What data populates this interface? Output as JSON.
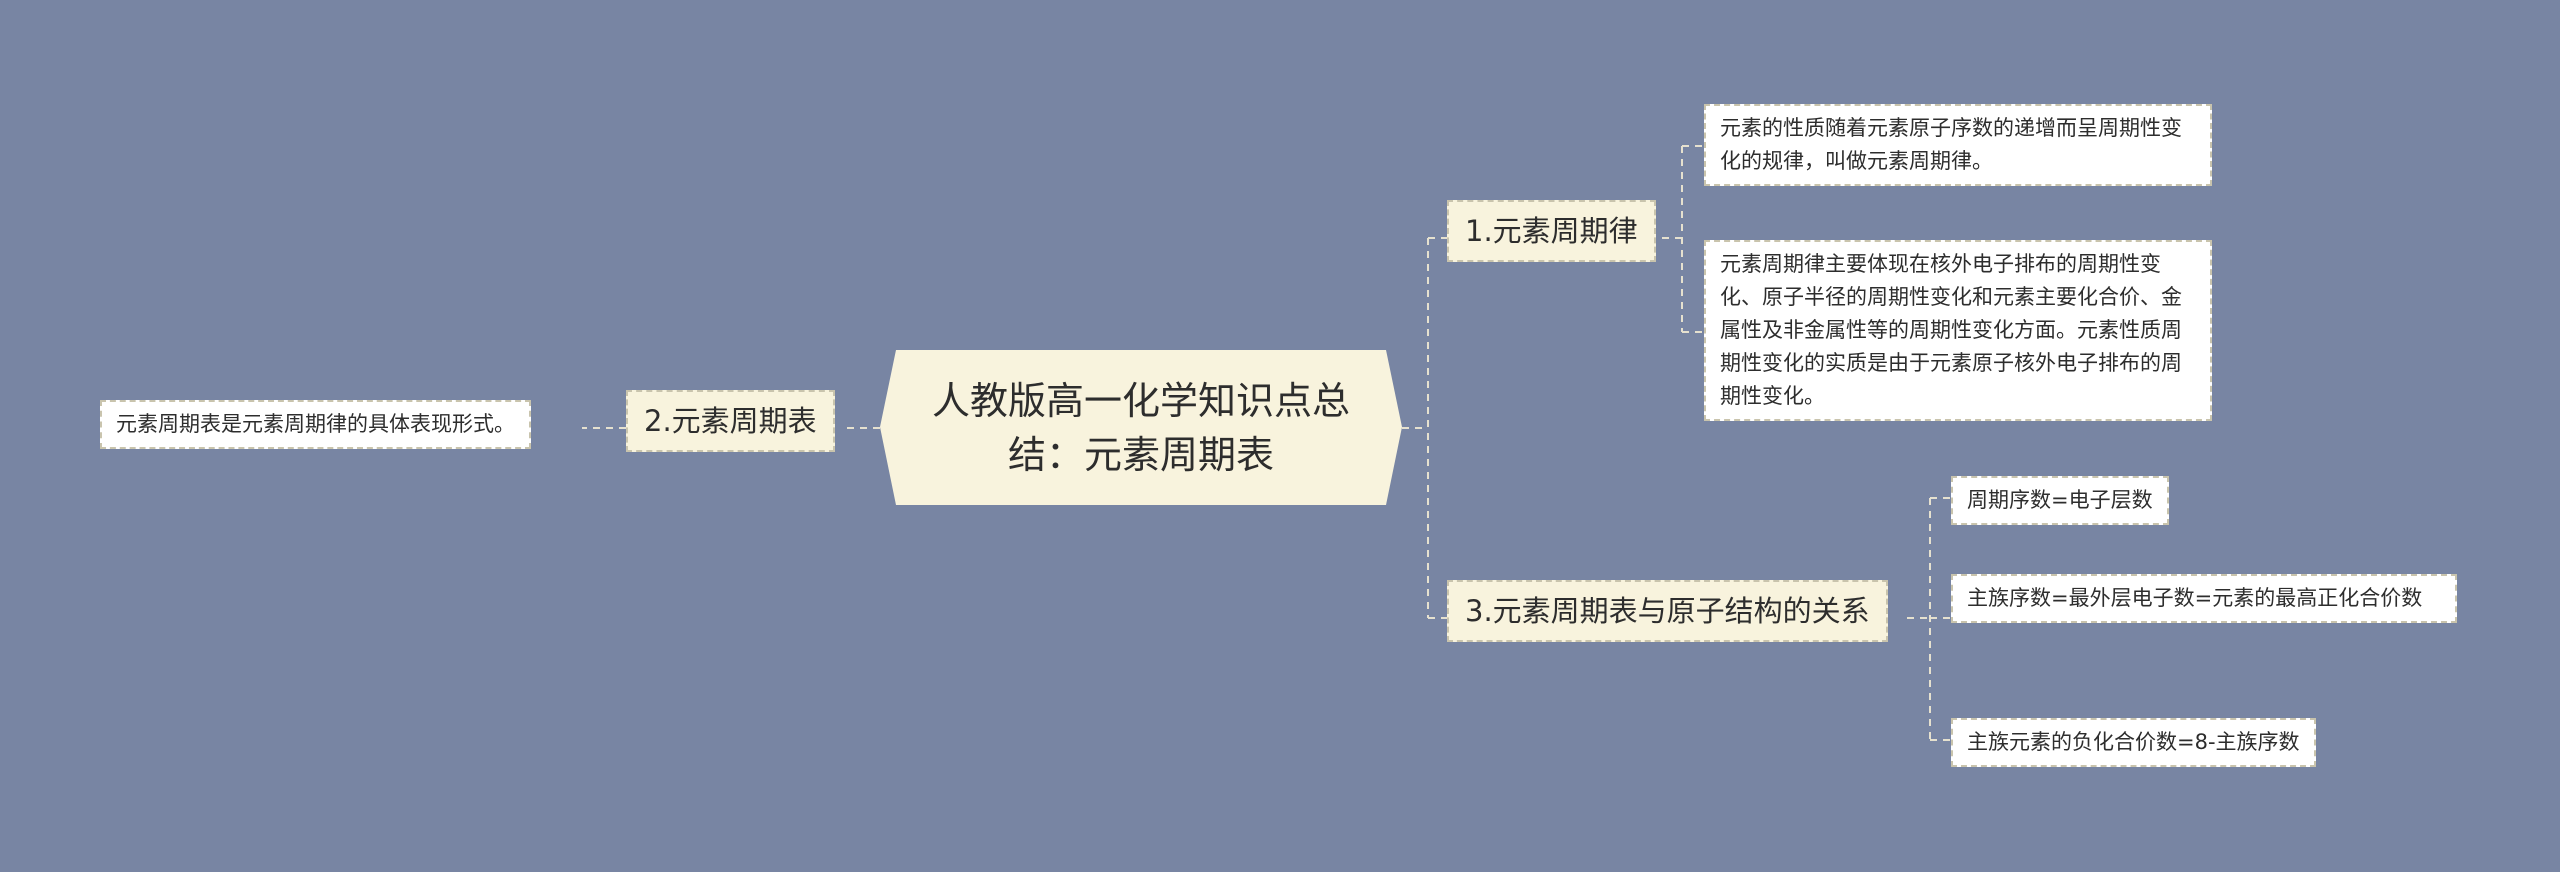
{
  "mindmap": {
    "root": "人教版高一化学知识点总结：元素周期表",
    "branches": {
      "b1": {
        "label": "1.元素周期律",
        "leaves": [
          "元素的性质随着元素原子序数的递增而呈周期性变化的规律，叫做元素周期律。",
          "元素周期律主要体现在核外电子排布的周期性变化、原子半径的周期性变化和元素主要化合价、金属性及非金属性等的周期性变化方面。元素性质周期性变化的实质是由于元素原子核外电子排布的周期性变化。"
        ]
      },
      "b2": {
        "label": "2.元素周期表",
        "leaves": [
          "元素周期表是元素周期律的具体表现形式。"
        ]
      },
      "b3": {
        "label": "3.元素周期表与原子结构的关系",
        "leaves": [
          "周期序数=电子层数",
          "主族序数=最外层电子数=元素的最高正化合价数",
          "主族元素的负化合价数=8-主族序数"
        ]
      }
    }
  },
  "colors": {
    "background": "#7885a3",
    "node_fill": "#f8f3dd",
    "leaf_fill": "#ffffff",
    "connector": "#e6e1cf",
    "text": "#2d2d2d"
  }
}
